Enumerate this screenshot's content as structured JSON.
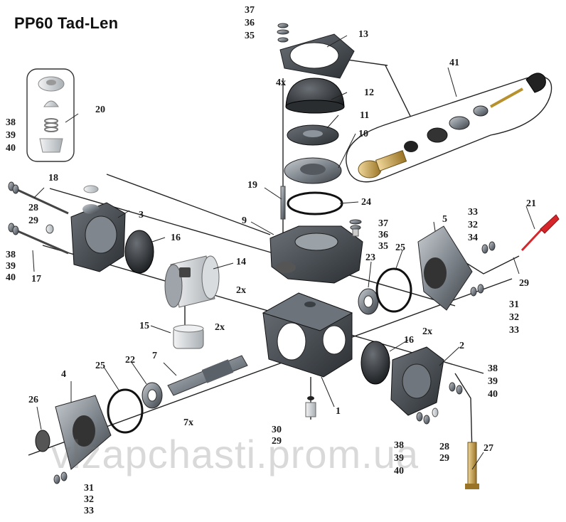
{
  "title": "PP60 Tad-Len",
  "watermark": "vlzapchasti.prom.ua",
  "colors": {
    "metal_dark": "#4a4f55",
    "metal_mid": "#8d949b",
    "metal_light": "#d5d9dc",
    "brass": "#c9a24a",
    "rubber": "#1c1c1c",
    "red": "#d7262b",
    "leader": "#222222"
  },
  "labels": {
    "l1": "1",
    "l2": "2",
    "l3": "3",
    "l4": "4",
    "l5": "5",
    "l7": "7",
    "l9": "9",
    "l10": "10",
    "l11": "11",
    "l12": "12",
    "l13": "13",
    "l14": "14",
    "l15": "15",
    "l16a": "16",
    "l16b": "16",
    "l17": "17",
    "l18": "18",
    "l19": "19",
    "l20": "20",
    "l21": "21",
    "l22": "22",
    "l23": "23",
    "l24": "24",
    "l25a": "25",
    "l25b": "25",
    "l26": "26",
    "l27": "27",
    "l41": "41",
    "s37a": "37",
    "s36a": "36",
    "s35a": "35",
    "s37b": "37",
    "s36b": "36",
    "s35b": "35",
    "s38a": "38",
    "s39a": "39",
    "s40a": "40",
    "s38b": "38",
    "s39b": "39",
    "s40b": "40",
    "s38c": "38",
    "s39c": "39",
    "s40c": "40",
    "s38d": "38",
    "s39d": "39",
    "s40d": "40",
    "s33a": "33",
    "s32a": "32",
    "s34a": "34",
    "s31a": "31",
    "s32b": "32",
    "s33b": "33",
    "s31b": "31",
    "s32c": "32",
    "s33c": "33",
    "s28a": "28",
    "s29a": "29",
    "s28b": "28",
    "s29b": "29",
    "s30": "30",
    "s29c": "29",
    "s29d": "29",
    "m4x": "4x",
    "m2xa": "2x",
    "m2xb": "2x",
    "m2xc": "2x",
    "m7x": "7x"
  }
}
